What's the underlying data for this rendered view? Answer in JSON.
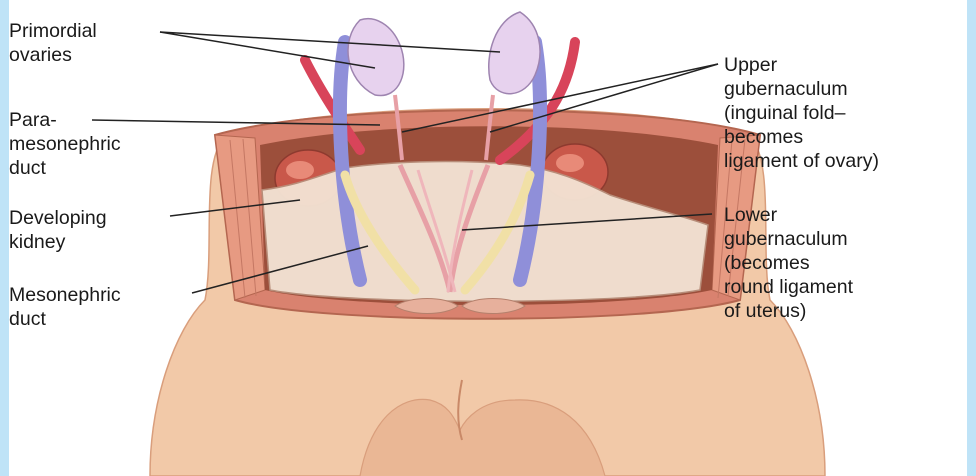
{
  "colors": {
    "side_frame": "#bfe3f7",
    "skin": "#f2c9a8",
    "skin_shadow": "#d99e7c",
    "muscle": "#d9826f",
    "cavity": "#9c4f3b",
    "membrane": "#f3e2d3",
    "ovary": "#e7d2ee",
    "vein": "#8f8fd9",
    "artery": "#d8445a",
    "duct_yellow": "#f1e0a6",
    "ligament_pink": "#e7a0a6",
    "leader_lines": "#222222"
  },
  "labels": {
    "primordial_ovaries": [
      "Primordial",
      "ovaries"
    ],
    "paramesonephric_duct": [
      "Para-",
      "mesonephric",
      "duct"
    ],
    "developing_kidney": [
      "Developing",
      "kidney"
    ],
    "mesonephric_duct": [
      "Mesonephric",
      "duct"
    ],
    "upper_gubernaculum": [
      "Upper",
      "gubernaculum",
      "(inguinal fold–",
      "becomes",
      "ligament of ovary)"
    ],
    "lower_gubernaculum": [
      "Lower",
      "gubernaculum",
      "(becomes",
      "round ligament",
      "of uterus)"
    ]
  }
}
